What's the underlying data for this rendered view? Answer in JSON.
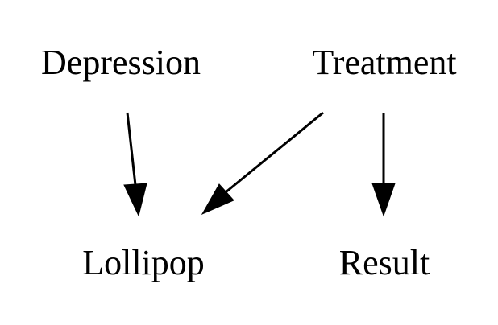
{
  "diagram": {
    "nodes": [
      {
        "id": "depression",
        "label": "Depression"
      },
      {
        "id": "treatment",
        "label": "Treatment"
      },
      {
        "id": "lollipop",
        "label": "Lollipop"
      },
      {
        "id": "result",
        "label": "Result"
      }
    ],
    "edges": [
      {
        "from": "depression",
        "to": "lollipop"
      },
      {
        "from": "treatment",
        "to": "lollipop"
      },
      {
        "from": "treatment",
        "to": "result"
      }
    ],
    "colors": {
      "background": "#ffffff",
      "ink": "#000000"
    }
  }
}
